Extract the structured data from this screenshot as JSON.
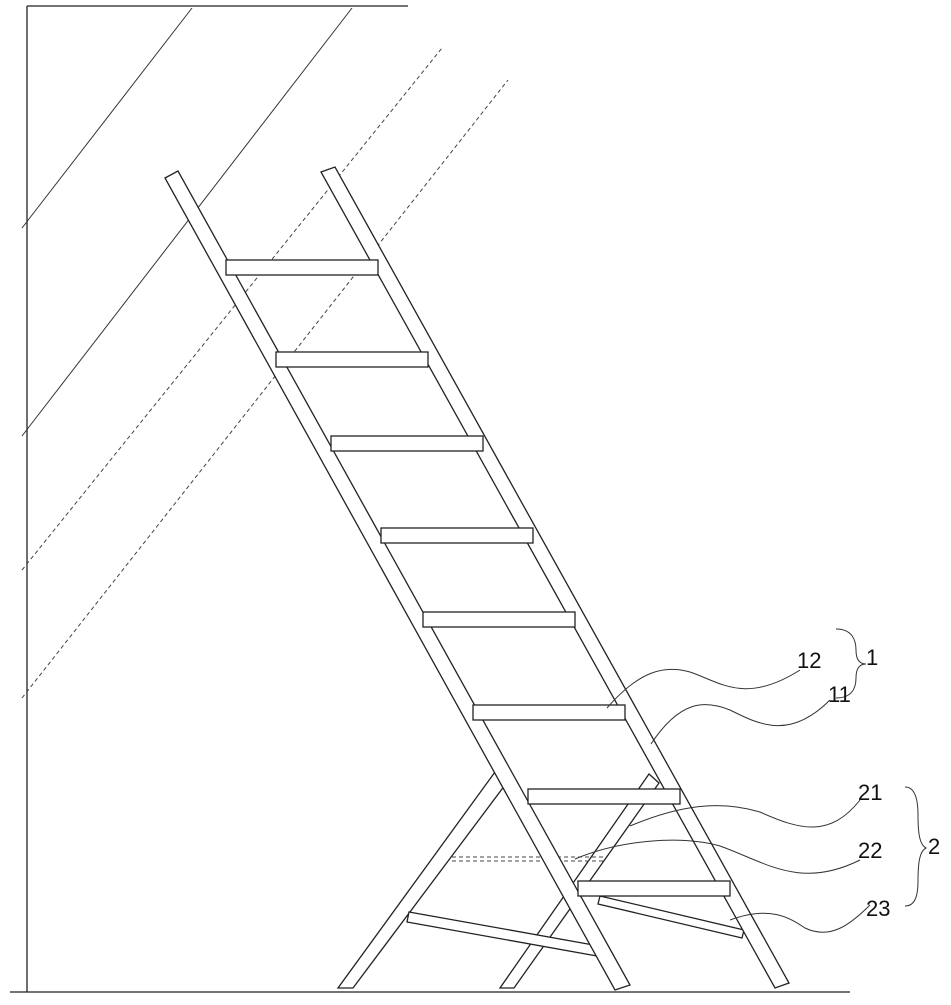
{
  "labels": {
    "step_plate": "12",
    "side_rail": "11",
    "ladder_group": "1",
    "support_leg": "21",
    "crossbar": "22",
    "brace": "23",
    "support_group": "2"
  },
  "colors": {
    "line": "#222222",
    "background": "#ffffff"
  }
}
